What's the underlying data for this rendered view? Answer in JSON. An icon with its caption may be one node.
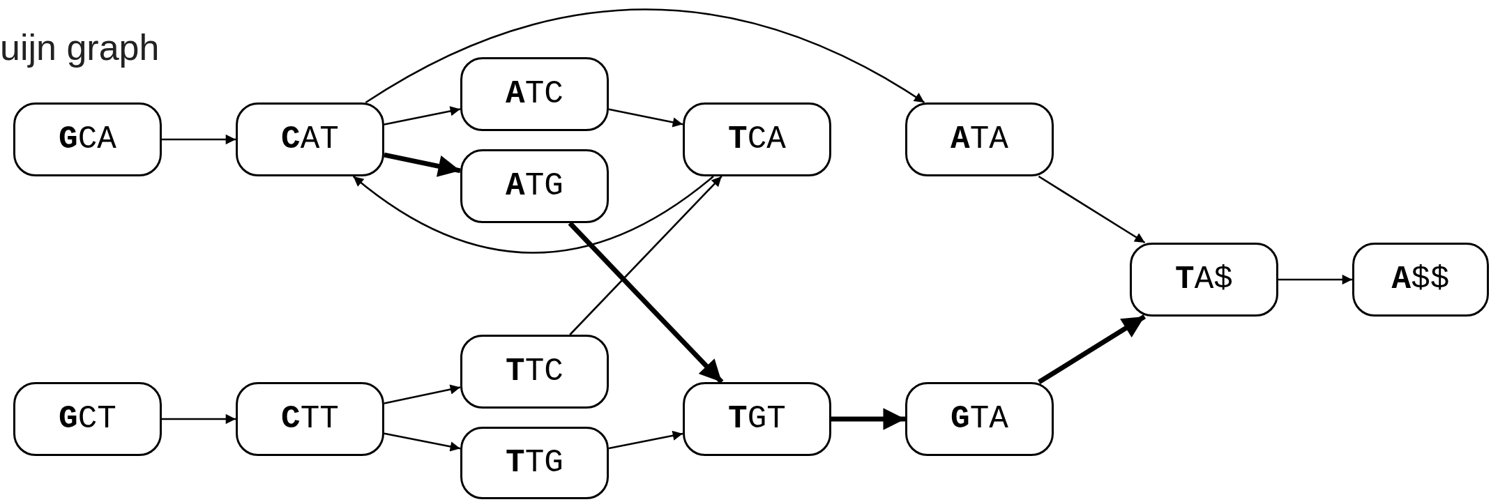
{
  "diagram": {
    "title": "uijn graph",
    "nodes": [
      {
        "text": [
          "**G**CA"
        ]
      },
      {
        "text": [
          "**C**AT"
        ]
      },
      {
        "text": [
          "**A**TC"
        ]
      },
      {
        "text": [
          "**A**TG"
        ]
      },
      {
        "text": [
          "**T**CA"
        ]
      },
      {
        "text": [
          "**A**TA"
        ]
      },
      {
        "text": [
          "**T**A$"
        ]
      },
      {
        "text": [
          "**A**$$"
        ]
      },
      {
        "text": [
          "**G**CT"
        ]
      },
      {
        "text": [
          "**C**TT"
        ]
      },
      {
        "text": [
          "**T**TC"
        ]
      },
      {
        "text": [
          "**T**TG"
        ]
      },
      {
        "text": [
          "**T**GT"
        ]
      },
      {
        "text": [
          "**G**TA"
        ]
      }
    ],
    "edges": [
      {
        "from": 0,
        "to": 1,
        "arrow": "to"
      },
      {
        "from": 1,
        "to": 2,
        "arrow": "to"
      },
      {
        "from": 1,
        "to": 3,
        "arrow": "to",
        "style": "thick"
      },
      {
        "from": 2,
        "to": 4,
        "arrow": "to"
      },
      {
        "from": 4,
        "to": 1,
        "arrow": "to"
      },
      {
        "from": 1,
        "to": 5,
        "arrow": "to"
      },
      {
        "from": 3,
        "to": 12,
        "arrow": "to",
        "style": "thick"
      },
      {
        "from": 8,
        "to": 9,
        "arrow": "to"
      },
      {
        "from": 9,
        "to": 10,
        "arrow": "to"
      },
      {
        "from": 9,
        "to": 11,
        "arrow": "to"
      },
      {
        "from": 10,
        "to": 4,
        "arrow": "to"
      },
      {
        "from": 11,
        "to": 12,
        "arrow": "to"
      },
      {
        "from": 12,
        "to": 13,
        "arrow": "to",
        "style": "thick"
      },
      {
        "from": 5,
        "to": 6,
        "arrow": "to"
      },
      {
        "from": 13,
        "to": 6,
        "arrow": "to",
        "style": "thick"
      },
      {
        "from": 6,
        "to": 7,
        "arrow": "to"
      }
    ]
  }
}
